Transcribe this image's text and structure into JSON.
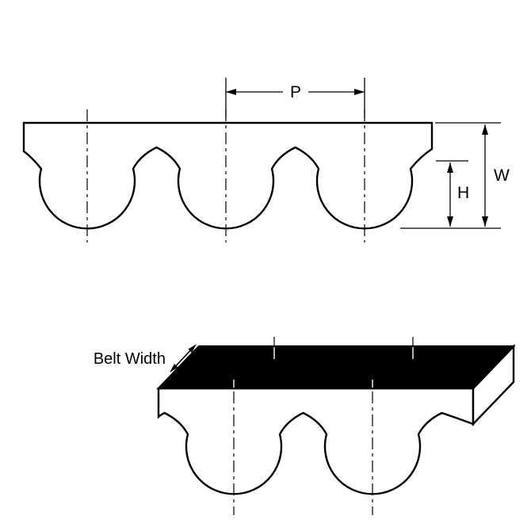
{
  "colors": {
    "background": "#ffffff",
    "line": "#000000",
    "belt_fill": "#ffffff",
    "top_face_fill": "#000000"
  },
  "labels": {
    "pitch": "P",
    "belt_thickness": "W",
    "tooth_height": "H",
    "belt_width": "Belt Width"
  }
}
